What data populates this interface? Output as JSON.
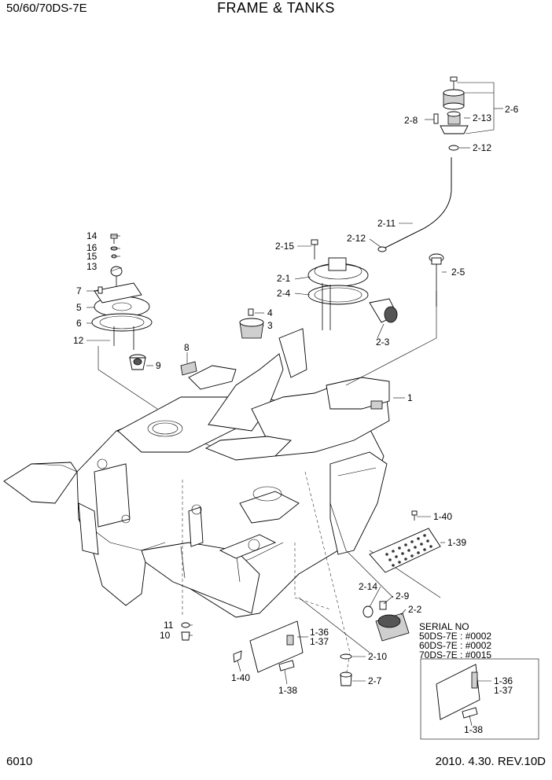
{
  "header": {
    "model": "50/60/70DS-7E",
    "title": "FRAME & TANKS"
  },
  "footer": {
    "page": "6010",
    "date_rev": "2010. 4.30.  REV.10D"
  },
  "serial": {
    "title": "SERIAL NO",
    "lines": [
      "50DS-7E : #0002",
      "60DS-7E : #0002",
      "70DS-7E : #0015"
    ]
  },
  "callouts": {
    "c1": "1",
    "c1_39": "1-39",
    "c1_40a": "1-40",
    "c1_36a": "1-36",
    "c1_37a": "1-37",
    "c1_40b": "1-40",
    "c1_38a": "1-38",
    "c1_36b": "1-36",
    "c1_37b": "1-37",
    "c1_38b": "1-38",
    "c2_1": "2-1",
    "c2_2": "2-2",
    "c2_3": "2-3",
    "c2_4": "2-4",
    "c2_5": "2-5",
    "c2_6": "2-6",
    "c2_7": "2-7",
    "c2_8": "2-8",
    "c2_9": "2-9",
    "c2_10": "2-10",
    "c2_11": "2-11",
    "c2_12a": "2-12",
    "c2_12b": "2-12",
    "c2_13": "2-13",
    "c2_14": "2-14",
    "c2_15": "2-15",
    "c3": "3",
    "c4": "4",
    "c5": "5",
    "c6": "6",
    "c7": "7",
    "c8": "8",
    "c9": "9",
    "c10": "10",
    "c11": "11",
    "c12": "12",
    "c13": "13",
    "c14": "14",
    "c15": "15",
    "c16": "16"
  }
}
